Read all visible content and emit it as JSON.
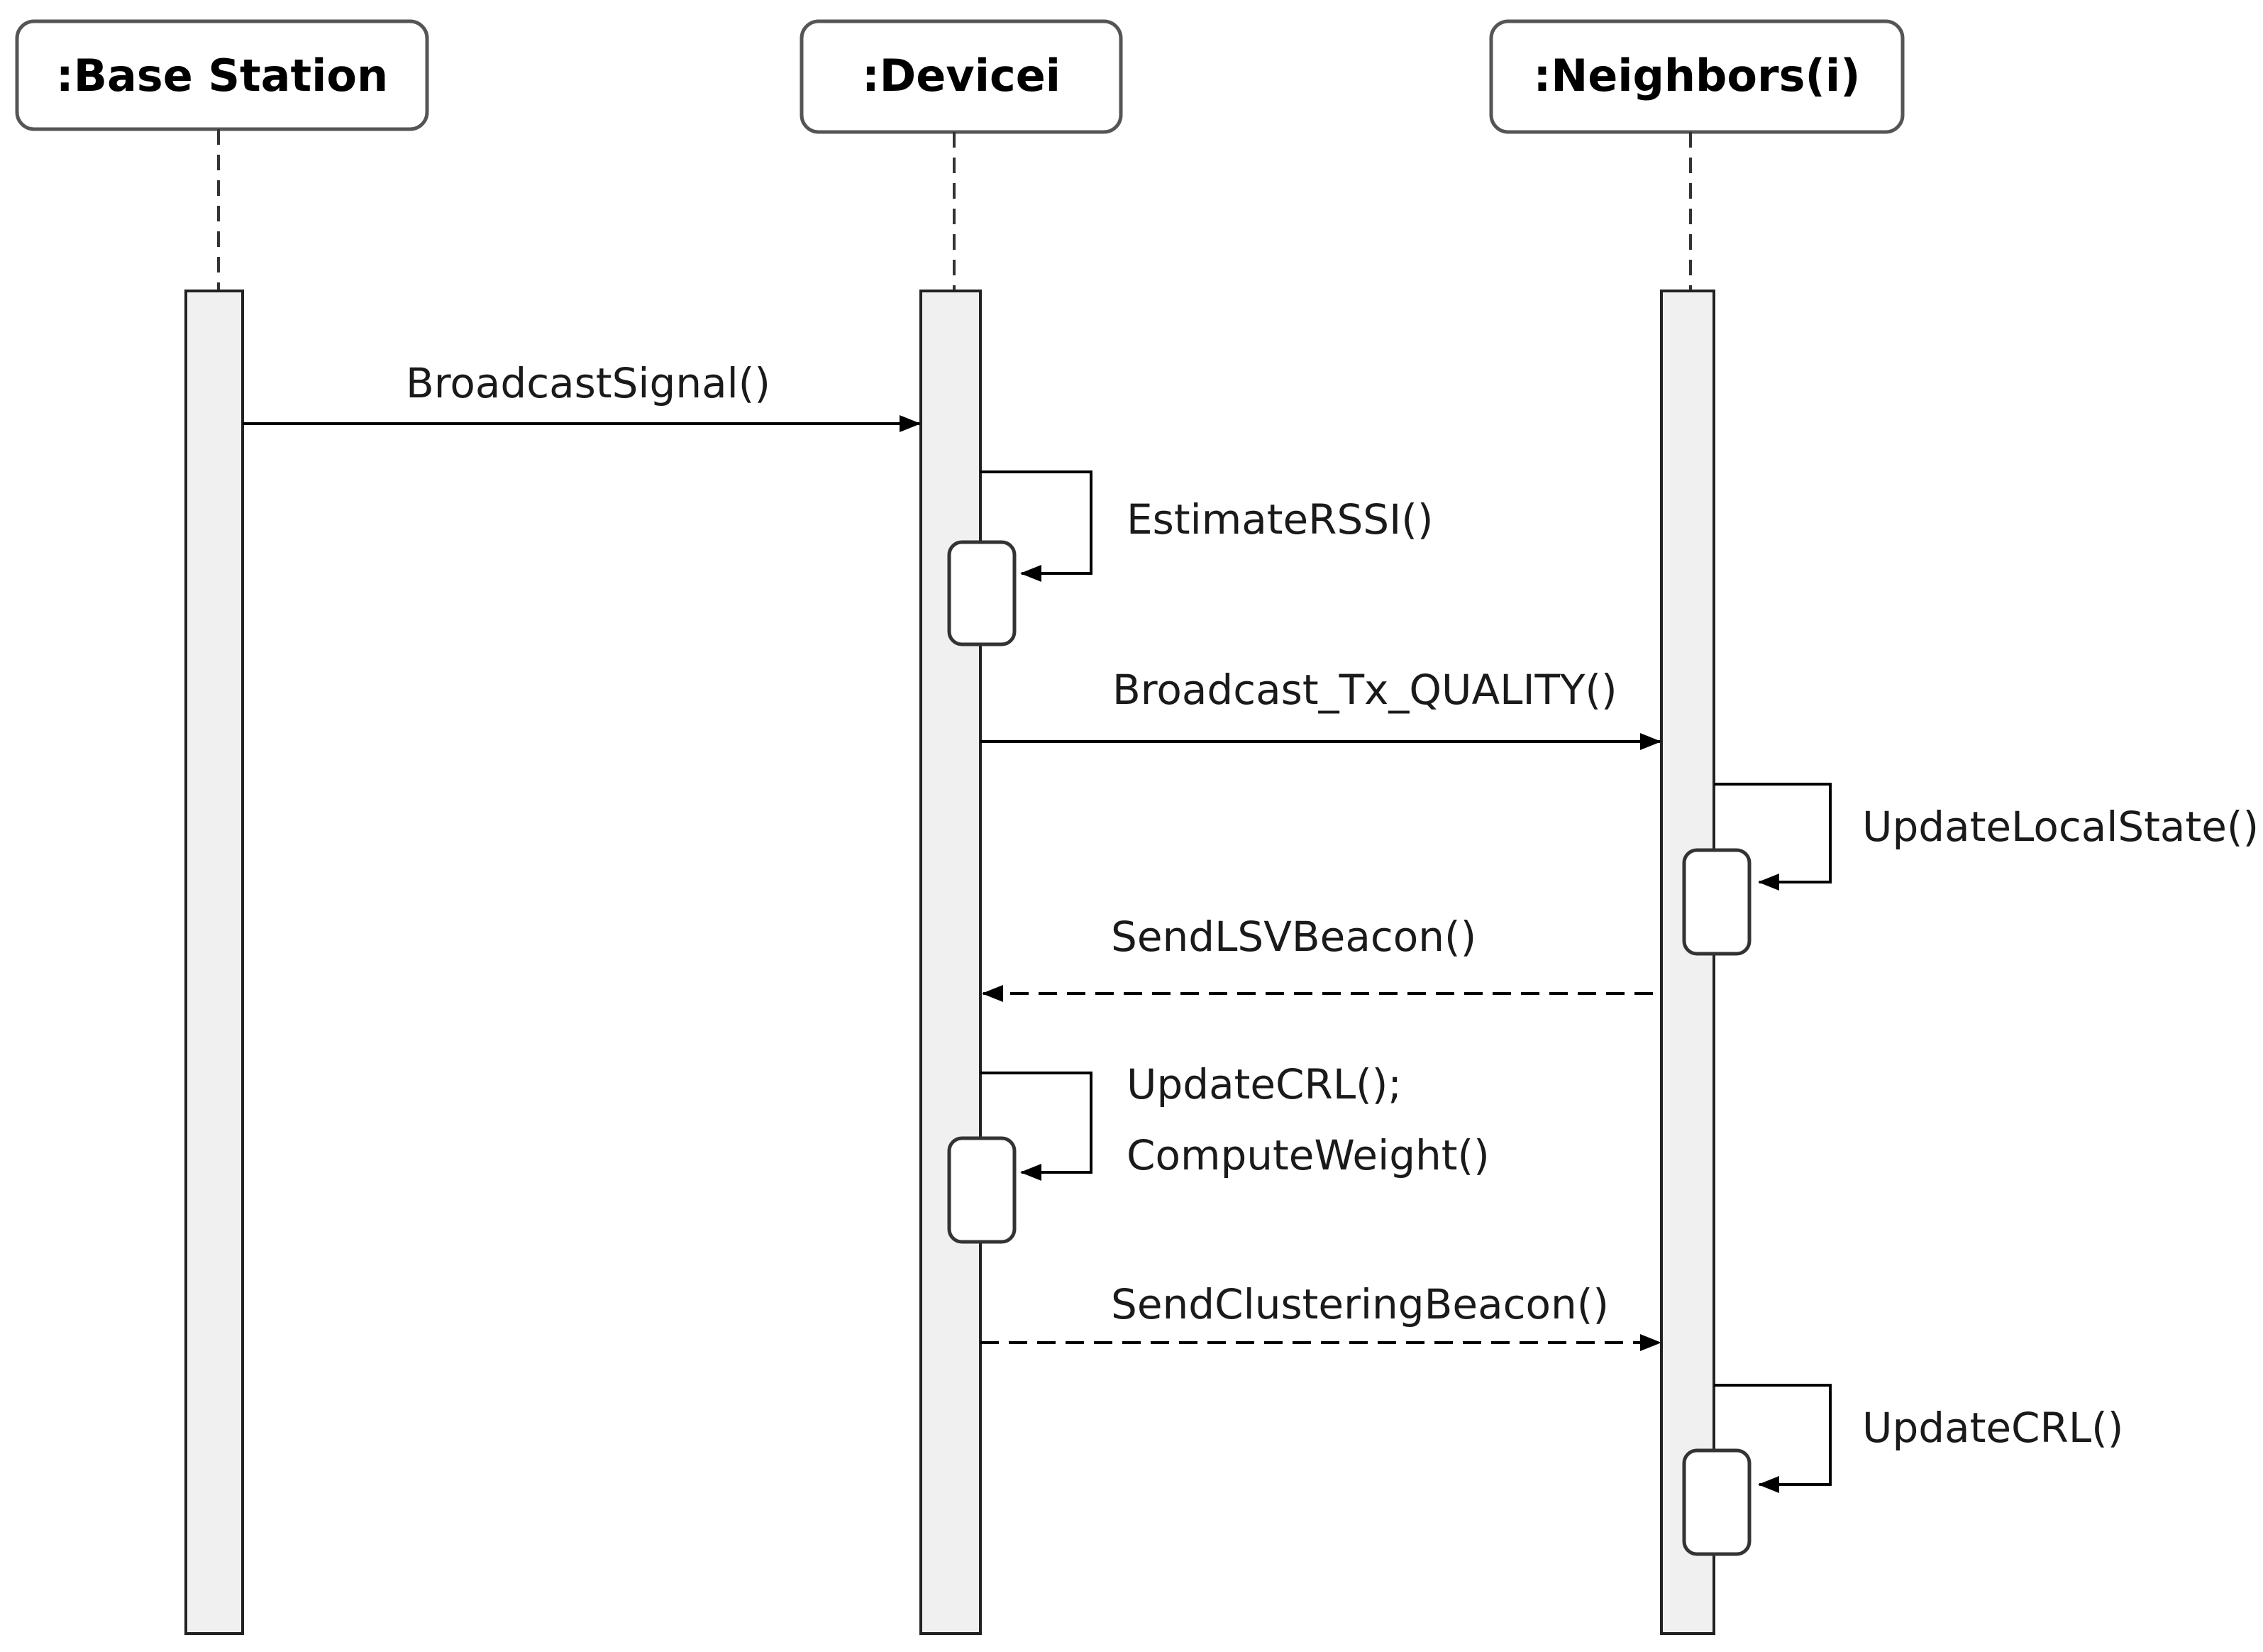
{
  "participants": [
    {
      "id": "base",
      "label": ":Base Station"
    },
    {
      "id": "device",
      "label": ":Devicei"
    },
    {
      "id": "neighbors",
      "label": ":Neighbors(i)"
    }
  ],
  "messages": [
    {
      "id": "broadcast-signal",
      "label": "BroadcastSignal()",
      "from": "base",
      "to": "device",
      "style": "solid"
    },
    {
      "id": "estimate-rssi",
      "label": "EstimateRSSI()",
      "from": "device",
      "to": "device",
      "style": "self"
    },
    {
      "id": "broadcast-tx-quality",
      "label": "Broadcast_Tx_QUALITY()",
      "from": "device",
      "to": "neighbors",
      "style": "solid"
    },
    {
      "id": "update-local-state",
      "label": "UpdateLocalState()",
      "from": "neighbors",
      "to": "neighbors",
      "style": "self"
    },
    {
      "id": "send-lsv-beacon",
      "label": "SendLSVBeacon()",
      "from": "neighbors",
      "to": "device",
      "style": "dashed"
    },
    {
      "id": "update-crl-compute-weight",
      "label": [
        "UpdateCRL();",
        "ComputeWeight()"
      ],
      "from": "device",
      "to": "device",
      "style": "self"
    },
    {
      "id": "send-clustering-beacon",
      "label": "SendClusteringBeacon()",
      "from": "device",
      "to": "neighbors",
      "style": "dashed"
    },
    {
      "id": "update-crl",
      "label": "UpdateCRL()",
      "from": "neighbors",
      "to": "neighbors",
      "style": "self"
    }
  ]
}
